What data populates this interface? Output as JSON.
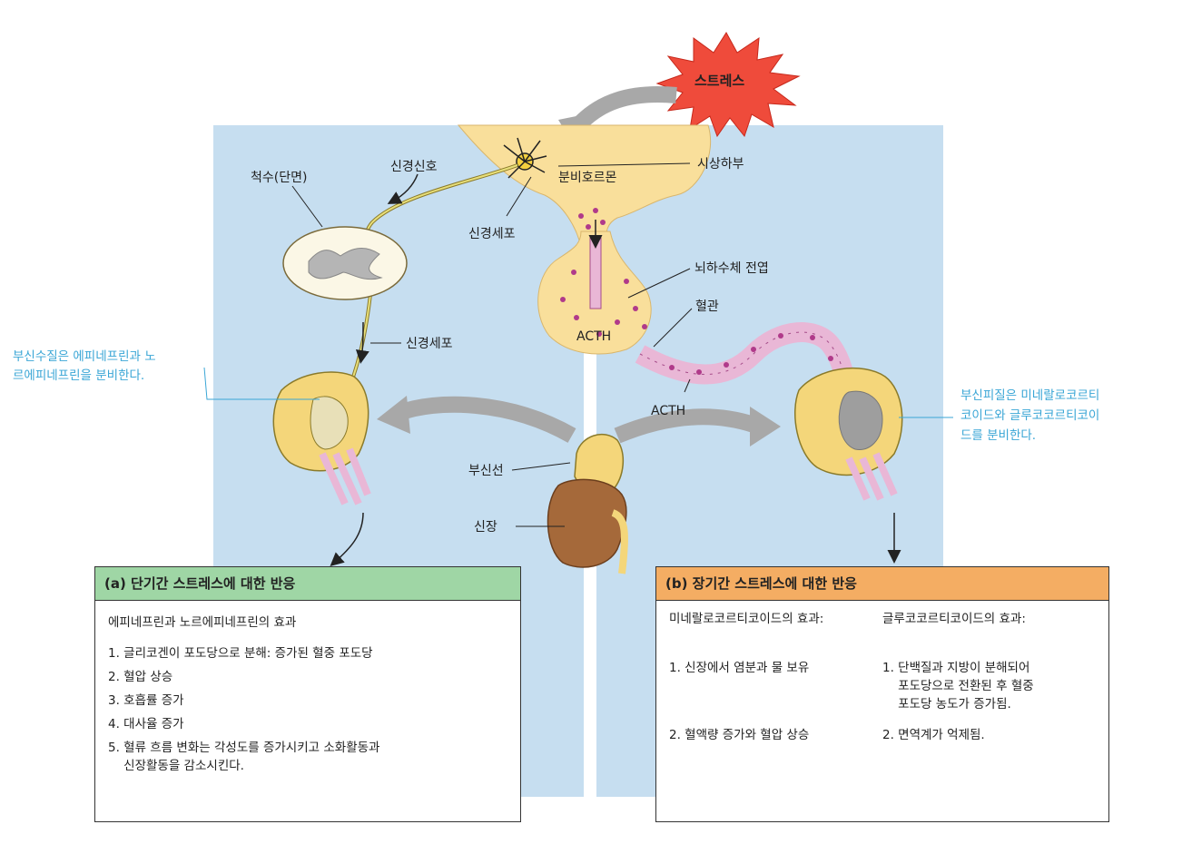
{
  "labels": {
    "stress": "스트레스",
    "spinal_cord": "척수(단면)",
    "nerve_signal": "신경신호",
    "hormone_secretion": "분비호르몬",
    "hypothalamus": "시상하부",
    "nerve_cell_top": "신경세포",
    "nerve_cell_left": "신경세포",
    "anterior_pituitary": "뇌하수체 전엽",
    "blood_vessel": "혈관",
    "acth_in_pituitary": "ACTH",
    "acth_vessel": "ACTH",
    "adrenal_gland": "부신선",
    "kidney": "신장",
    "medulla_note_line1": "부신수질은 에피네프린과 노",
    "medulla_note_line2": "르에피네프린을 분비한다.",
    "cortex_note_line1": "부신피질은 미네랄로코르티",
    "cortex_note_line2": "코이드와 글루코코르티코이",
    "cortex_note_line3": "드를 분비한다."
  },
  "short_term": {
    "title": "(a) 단기간 스트레스에 대한 반응",
    "subtitle": "에피네프린과 노르에피네프린의 효과",
    "effects": [
      "1. 글리코겐이 포도당으로 분해: 증가된 혈중 포도당",
      "2. 혈압 상승",
      "3. 호흡률 증가",
      "4. 대사율 증가",
      "5. 혈류 흐름 변화는 각성도를 증가시키고 소화활동과",
      "    신장활동을 감소시킨다."
    ]
  },
  "long_term": {
    "title": "(b) 장기간 스트레스에 대한 반응",
    "mineralo_title": "미네랄로코르티코이드의 효과:",
    "mineralo_effects": [
      "1. 신장에서 염분과 물 보유",
      "2. 혈액량 증가와 혈압 상승"
    ],
    "gluco_title": "글루코코르티코이드의 효과:",
    "gluco_effects": [
      "1. 단백질과 지방이 분해되어\n    포도당으로 전환된 후 혈중\n    포도당 농도가 증가됨.",
      "2. 면역계가 억제됨."
    ]
  },
  "colors": {
    "panel_blue": "#c6def0",
    "tissue_yellow": "#f9df9b",
    "vessel_pink": "#e9b7d6",
    "stress_red": "#ef4b3b",
    "head_green": "#9fd6a5",
    "head_orange": "#f4ad63",
    "note_blue": "#3aa6d6"
  }
}
